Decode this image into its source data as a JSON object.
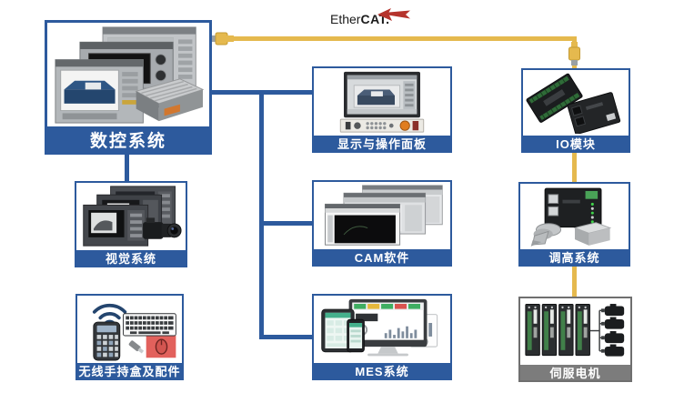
{
  "ethercat": {
    "prefix": "Ether",
    "suffix": "CAT."
  },
  "nodes": {
    "cnc": {
      "label": "数控系统"
    },
    "vision": {
      "label": "视觉系统"
    },
    "wireless": {
      "label": "无线手持盒及配件"
    },
    "display": {
      "label": "显示与操作面板"
    },
    "cam": {
      "label": "CAM软件"
    },
    "mes": {
      "label": "MES系统"
    },
    "io": {
      "label": "IO模块"
    },
    "height": {
      "label": "调高系统"
    },
    "servo": {
      "label": "伺服电机"
    }
  },
  "colors": {
    "link_blue": "#2d5a9d",
    "cable_yellow": "#e5b94e",
    "servo_gray": "#7c7c7c",
    "ethercat_red": "#b5332c",
    "background": "#ffffff"
  },
  "icons": {
    "ethercat-arrow-icon": "red harpoon arrow of EtherCAT logo",
    "rj45-plug-left-icon": "yellow network plug pointing left",
    "rj45-plug-down-icon": "yellow network plug pointing down",
    "wifi-icon": "wireless signal arcs"
  }
}
